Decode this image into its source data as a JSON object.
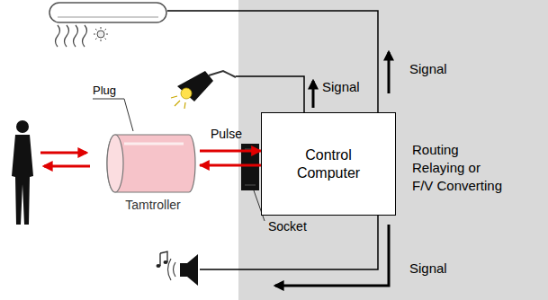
{
  "diagram": {
    "nodes": [
      {
        "text": [
          "Tamtroller"
        ]
      },
      {
        "text": [
          "Control Computer"
        ]
      }
    ],
    "edges": [
      {
        "from": 0,
        "to": 1,
        "arrow": "to",
        "label": "Pulse"
      },
      {
        "from": 1,
        "to": 0,
        "arrow": "to"
      }
    ],
    "labels": [
      "Signal",
      "Signal",
      "Plug",
      "Routing",
      "Relaying or",
      "F/V Converting",
      "Socket",
      "Signal"
    ]
  }
}
